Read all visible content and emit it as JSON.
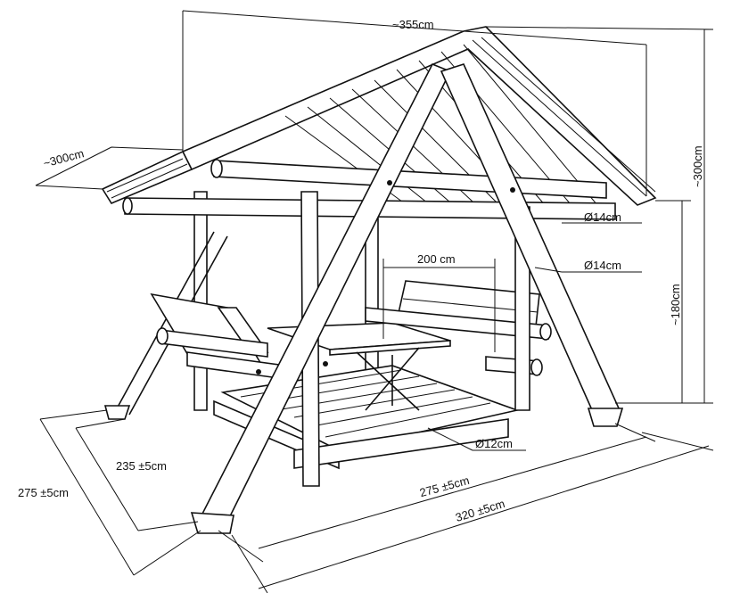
{
  "dimensions": {
    "roof_width": "~355cm",
    "roof_depth": "~300cm",
    "total_height": "~300cm",
    "clearance_height": "~180cm",
    "beam_diameter": "Ø14cm",
    "leg_diameter": "Ø14cm",
    "bench_length": "200 cm",
    "floor_log_diameter": "Ø12cm",
    "inner_depth": "235 ±5cm",
    "outer_depth": "275 ±5cm",
    "inner_width": "275 ±5cm",
    "outer_width": "320 ±5cm"
  }
}
